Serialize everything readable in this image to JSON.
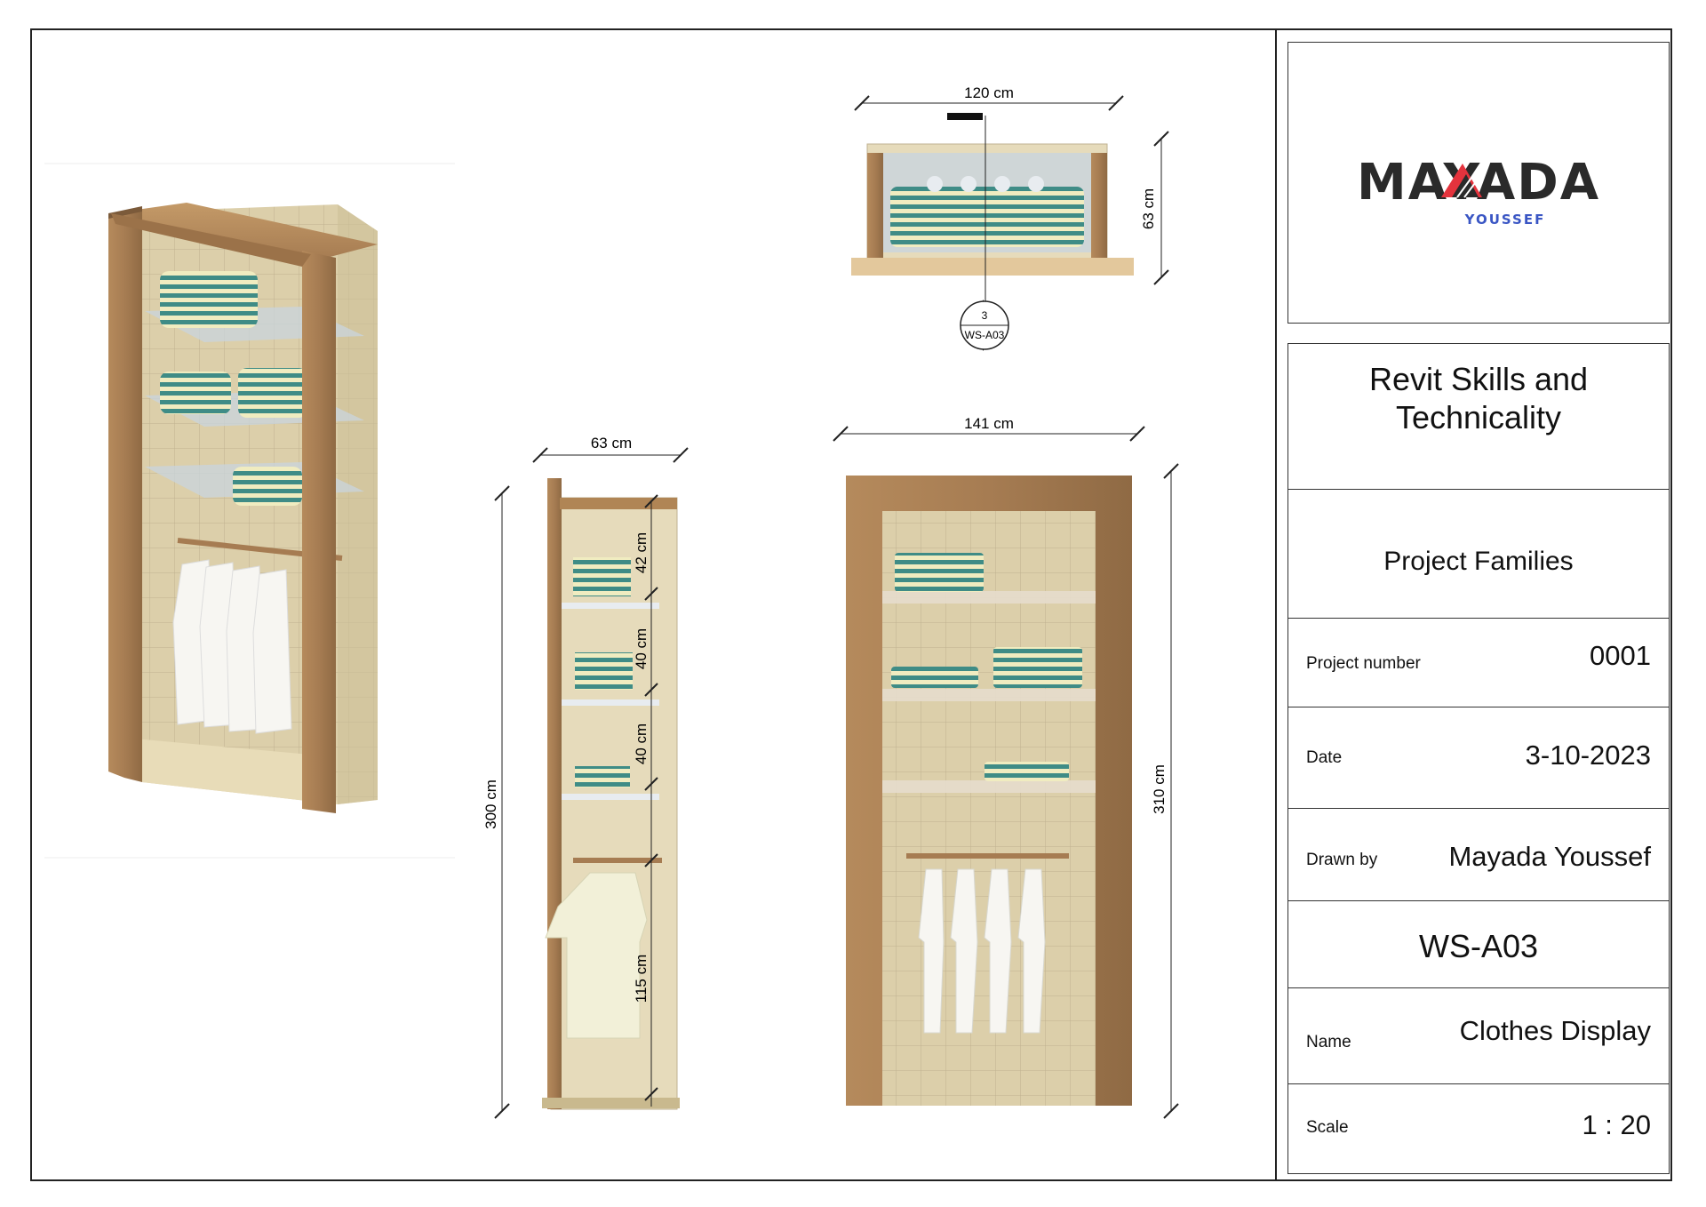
{
  "logo": {
    "main": "MAYADA",
    "sub": "YOUSSEF",
    "accent": "#e4333d",
    "ink": "#2a2a2a",
    "sub_color": "#3a56c4"
  },
  "title_block": {
    "title_line1": "Revit Skills and",
    "title_line2": "Technicality",
    "subtitle": "Project Families",
    "rows": [
      {
        "label": "Project number",
        "value": "0001"
      },
      {
        "label": "Date",
        "value": "3-10-2023"
      },
      {
        "label": "Drawn by",
        "value": "Mayada Youssef"
      }
    ],
    "sheet_number": "WS-A03",
    "name_label": "Name",
    "name_value": "Clothes Display",
    "scale_label": "Scale",
    "scale_value": "1 : 20"
  },
  "dimensions": {
    "plan_width": "120 cm",
    "plan_depth": "63 cm",
    "section_depth": "63 cm",
    "section_height": "300 cm",
    "shelf_gap_1": "42 cm",
    "shelf_gap_2": "40 cm",
    "shelf_gap_3": "40 cm",
    "hanging_height": "115 cm",
    "front_width": "141 cm",
    "front_height": "310 cm"
  },
  "section_marker": {
    "number": "3",
    "sheet": "WS-A03"
  },
  "colors": {
    "wood": "#a67c52",
    "wood_dark": "#7b5a3a",
    "tile": "#dccfaa",
    "stripe_teal": "#3f8c86",
    "stripe_cream": "#f0ecc0",
    "glass": "#c9d4de"
  }
}
